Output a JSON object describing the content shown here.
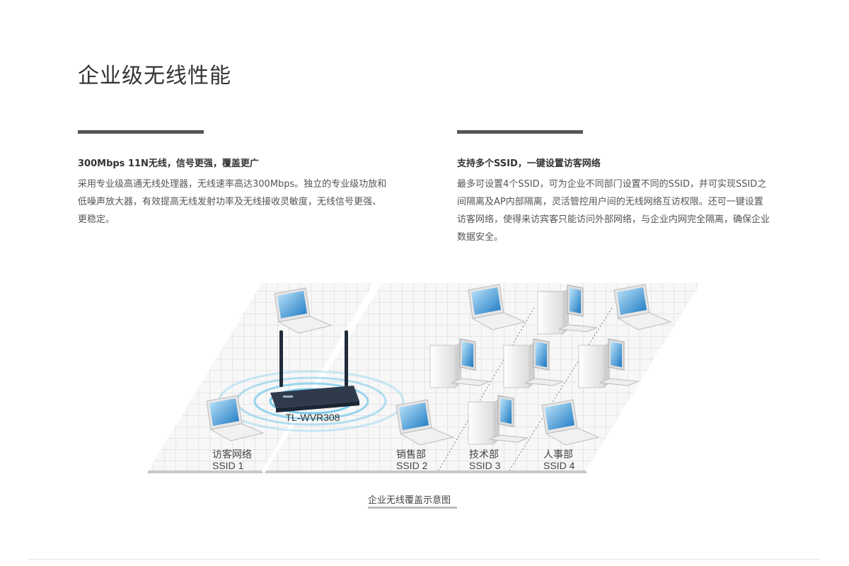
{
  "page": {
    "title": "企业级无线性能"
  },
  "features": [
    {
      "heading": "300Mbps 11N无线，信号更强，覆盖更广",
      "body": "采用专业级高通无线处理器，无线速率高达300Mbps。独立的专业级功放和低噪声放大器，有效提高无线发射功率及无线接收灵敏度，无线信号更强、更稳定。"
    },
    {
      "heading": "支持多个SSID，一键设置访客网络",
      "body": "最多可设置4个SSID，可为企业不同部门设置不同的SSID，并可实现SSID之间隔离及AP内部隔离，灵活管控用户间的无线网络互访权限。还可一键设置访客网络，使得来访宾客只能访问外部网络，与企业内网完全隔离，确保企业数据安全。"
    }
  ],
  "diagram": {
    "router_label": "TL-WVR308",
    "zones": [
      {
        "name": "访客网络",
        "ssid": "SSID 1"
      },
      {
        "name": "销售部",
        "ssid": "SSID 2"
      },
      {
        "name": "技术部",
        "ssid": "SSID 3"
      },
      {
        "name": "人事部",
        "ssid": "SSID 4"
      }
    ],
    "caption": "企业无线覆盖示意图"
  },
  "colors": {
    "accent_bar": "#555555",
    "wifi_wave": "#6ec6ea",
    "router_body": "#2f3b4d",
    "grid_line": "#d6d6d6"
  }
}
